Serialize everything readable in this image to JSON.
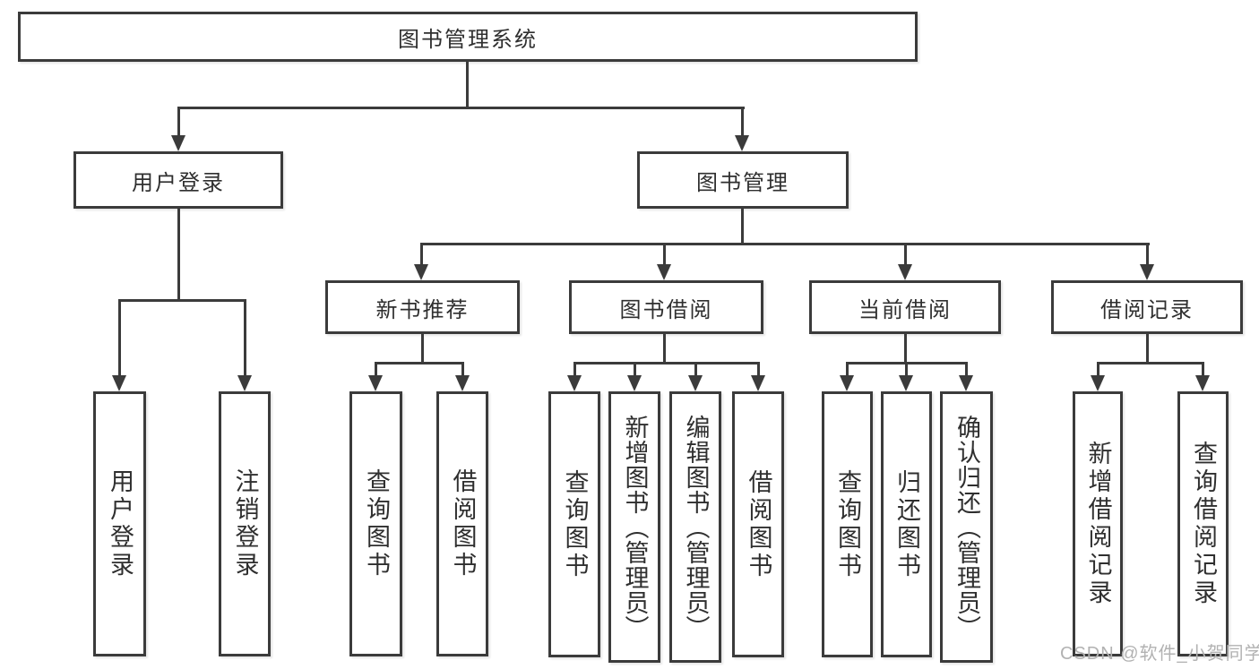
{
  "colors": {
    "line": "#3b3b3b",
    "text": "#2f2f2f",
    "watermark": "#b2b2b2",
    "background": "#ffffff"
  },
  "watermark": {
    "text": "CSDN @软件_小贺同学"
  },
  "tree": {
    "root": {
      "label": "图书管理系统"
    },
    "branches": [
      {
        "label": "用户登录",
        "children": [
          {
            "label": "用户登录"
          },
          {
            "label": "注销登录"
          }
        ]
      },
      {
        "label": "图书管理",
        "children": [
          {
            "label": "新书推荐",
            "children": [
              {
                "label": "查询图书"
              },
              {
                "label": "借阅图书"
              }
            ]
          },
          {
            "label": "图书借阅",
            "children": [
              {
                "label": "查询图书"
              },
              {
                "label": "新增图书（管理员）"
              },
              {
                "label": "编辑图书（管理员）"
              },
              {
                "label": "借阅图书"
              }
            ]
          },
          {
            "label": "当前借阅",
            "children": [
              {
                "label": "查询图书"
              },
              {
                "label": "归还图书"
              },
              {
                "label": "确认归还（管理员）"
              }
            ]
          },
          {
            "label": "借阅记录",
            "children": [
              {
                "label": "新增借阅记录"
              },
              {
                "label": "查询借阅记录"
              }
            ]
          }
        ]
      }
    ]
  }
}
